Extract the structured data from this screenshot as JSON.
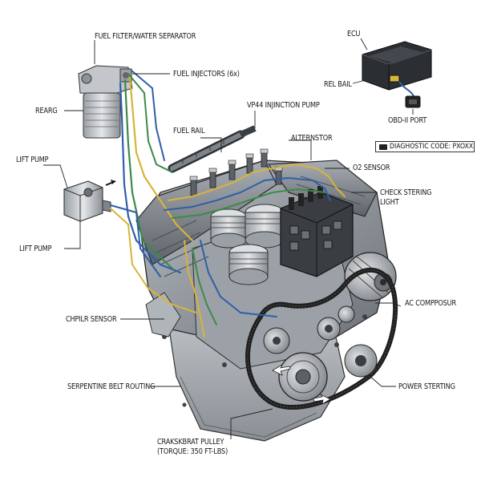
{
  "labels": {
    "fuel_filter": "FUEL FILTER/WATER SEPARATOR",
    "fuel_injectors": "FUEL INJECTORS (6x)",
    "rearg": "REARG",
    "vp44": "VP44 INJINCTION PUMP",
    "fuel_rail": "FUEL RAIL",
    "alternator": "ALTERNSTOR",
    "lift_pump_top": "LIFT PUMP",
    "o2_sensor": "O2 SENSOR",
    "check_steering": "CHECK STERING",
    "light": "LIGHT",
    "lift_pump_bottom": "LIFT PUMP",
    "ac_compressor": "AC COMPPOSUR",
    "chpilr_sensor": "CHPILR SENSOR",
    "serpentine": "SERPENTINE BELT ROUTING",
    "power_steering": "POWER STERTING",
    "crankshaft_1": "CRAKSKBRAT PULLEY",
    "crankshaft_2": "(TORQUE: 350 FT-LBS)",
    "ecu": "ECU",
    "rel_bail": "REL BAIL",
    "obd_port": "OBD-II PORT"
  },
  "diagnostic_code": "DIAGHOSTIC CODE: PXOXX",
  "colors": {
    "fuel_line_blue": "#2f5fa8",
    "fuel_line_green": "#3c8a4a",
    "fuel_line_yellow": "#d8b43a",
    "engine_gray": "#8d9299",
    "engine_dark": "#4d5258",
    "belt": "#1f1f1f"
  }
}
